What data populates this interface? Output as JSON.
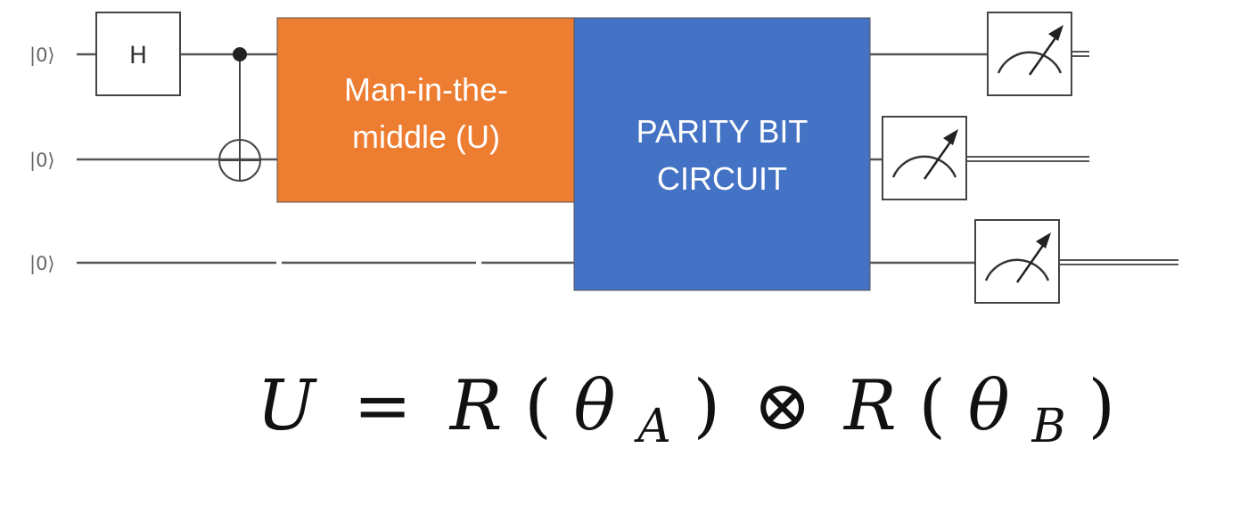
{
  "qubits": [
    {
      "label": "|0⟩"
    },
    {
      "label": "|0⟩"
    },
    {
      "label": "|0⟩"
    }
  ],
  "gates": {
    "hadamard": {
      "label": "H"
    }
  },
  "blocks": {
    "mitm": {
      "line1": "Man-in-the-",
      "line2": "middle (U)",
      "color": "#ED7D31"
    },
    "parity": {
      "line1": "PARITY BIT",
      "line2": "CIRCUIT",
      "color": "#4472C4"
    }
  },
  "equation": {
    "lhs": "U",
    "equals": "=",
    "r1": "R",
    "open1": "(",
    "theta1": "θ",
    "sub1": "A",
    "close1": ")",
    "otimes": "⊗",
    "r2": "R",
    "open2": "(",
    "theta2": "θ",
    "sub2": "B",
    "close2": ")"
  }
}
